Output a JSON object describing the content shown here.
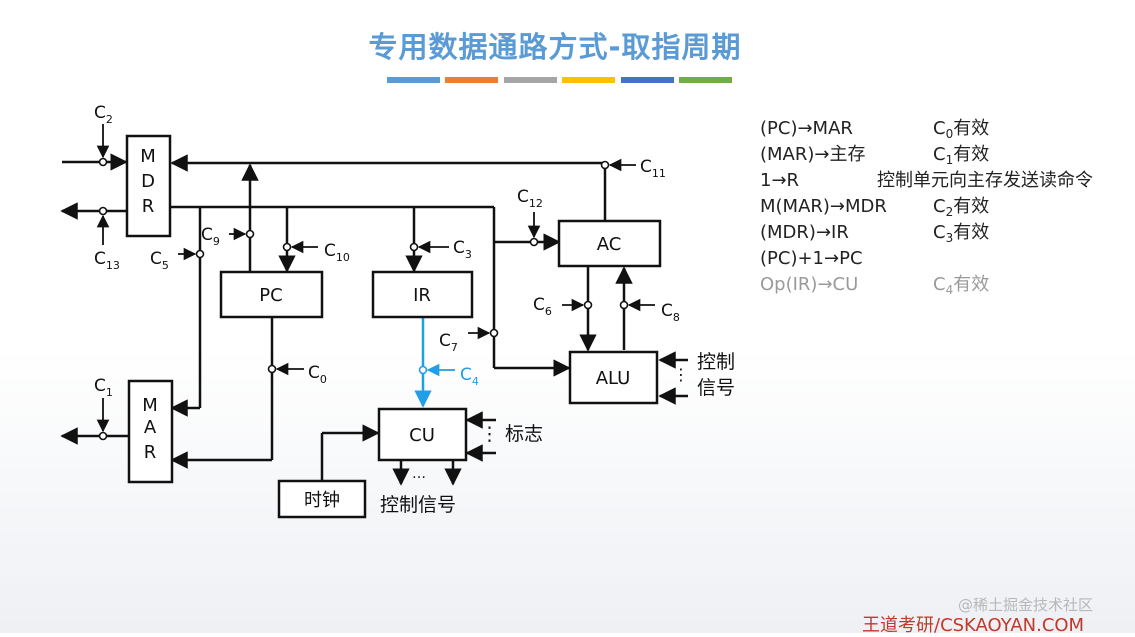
{
  "title": "专用数据通路方式-取指周期",
  "accent_bars": [
    "#5b9bd5",
    "#ed7d31",
    "#a5a5a5",
    "#ffc000",
    "#4472c4",
    "#70ad47"
  ],
  "diagram": {
    "blocks": {
      "mdr": "M\nD\nR",
      "mar": "M\nA\nR",
      "pc": "PC",
      "ir": "IR",
      "ac": "AC",
      "alu": "ALU",
      "cu": "CU",
      "clock": "时钟"
    },
    "signals": {
      "c0": "0",
      "c1": "1",
      "c2": "2",
      "c3": "3",
      "c4": "4",
      "c5": "5",
      "c6": "6",
      "c7": "7",
      "c8": "8",
      "c9": "9",
      "c10": "10",
      "c11": "11",
      "c12": "12",
      "c13": "13"
    },
    "labels": {
      "alu_control_1": "控制",
      "alu_control_2": "信号",
      "alu_dots": "⋮",
      "cu_flags": "⋮ 标志",
      "cu_output_dots": "…",
      "cu_output": "控制信号"
    },
    "highlight_color": "#1e9fe6"
  },
  "steps": [
    {
      "op": "(PC)→MAR",
      "effect_prefix": "C",
      "effect_sub": "0",
      "effect_suffix": "有效"
    },
    {
      "op": "(MAR)→主存",
      "effect_prefix": "C",
      "effect_sub": "1",
      "effect_suffix": "有效"
    },
    {
      "op": "1→R",
      "effect_prefix": "",
      "effect_sub": "",
      "effect_suffix": "控制单元向主存发送读命令"
    },
    {
      "op": "M(MAR)→MDR",
      "effect_prefix": "C",
      "effect_sub": "2",
      "effect_suffix": "有效"
    },
    {
      "op": "(MDR)→IR",
      "effect_prefix": "C",
      "effect_sub": "3",
      "effect_suffix": "有效"
    },
    {
      "op": "(PC)+1→PC",
      "effect_prefix": "",
      "effect_sub": "",
      "effect_suffix": ""
    },
    {
      "op": "Op(IR)→CU",
      "effect_prefix": "C",
      "effect_sub": "4",
      "effect_suffix": "有效"
    }
  ],
  "watermark": {
    "juejin": "@稀土掘金技术社区",
    "wangdao": "王道考研/CSKAOYAN.COM"
  }
}
